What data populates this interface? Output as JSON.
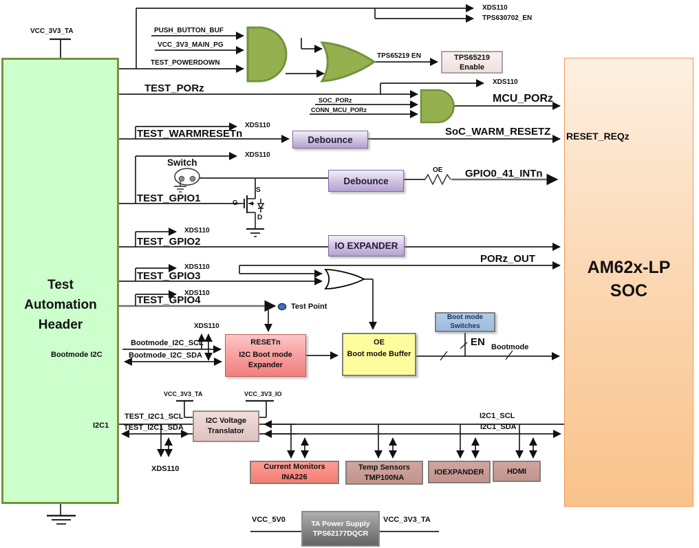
{
  "blocks": {
    "test_automation_header": {
      "title": "Test Automation Header",
      "bootmode_i2c": "Bootmode I2C",
      "i2c1": "I2C1"
    },
    "soc": {
      "title": "AM62x-LP SOC",
      "pin_reset_reqz": "RESET_REQz"
    },
    "tps65219_enable": {
      "label": "TPS65219 Enable"
    },
    "debounce_warm": {
      "label": "Debounce"
    },
    "debounce_gpio1": {
      "label": "Debounce"
    },
    "io_expander": {
      "label": "IO EXPANDER"
    },
    "i2c_boot_expander": {
      "pin": "RESETn",
      "label": "I2C Boot mode Expander"
    },
    "boot_buffer": {
      "pin": "OE",
      "label": "Boot mode Buffer"
    },
    "boot_switches": {
      "label": "Boot mode Switches"
    },
    "i2c_translator": {
      "label": "I2C Voltage Translator"
    },
    "current_monitors": {
      "label": "Current Monitors INA226"
    },
    "temp_sensors": {
      "label": "Temp Sensors TMP100NA"
    },
    "i2c_ioexpander": {
      "label": "IOEXPANDER"
    },
    "hdmi": {
      "label": "HDMI"
    },
    "ta_power": {
      "label": "TA Power Supply TPS62177DQCR"
    }
  },
  "signals": {
    "vcc_3v3_ta_top": "VCC_3V3_TA",
    "push_button_buf": "PUSH_BUTTON_BUF",
    "vcc_3v3_main_pg": "VCC_3V3_MAIN_PG",
    "test_powerdown": "TEST_POWERDOWN",
    "xds110_top": "XDS110",
    "tps630702_en": "TPS630702_EN",
    "tps65219_en": "TPS65219 EN",
    "test_porz": "TEST_PORz",
    "xds110_porz": "XDS110",
    "soc_porz": "SOC_PORz",
    "conn_mcu_porz": "CONN_MCU_PORz",
    "mcu_porz": "MCU_PORz",
    "test_warmresetn": "TEST_WARMRESETn",
    "xds110_warm": "XDS110",
    "soc_warm_resetz": "SoC_WARM_RESETZ",
    "test_gpio1": "TEST_GPIO1",
    "xds110_gpio1": "XDS110",
    "switch": "Switch",
    "fet_s": "S",
    "fet_g": "G",
    "fet_d": "D",
    "oe_resistor": "OE",
    "gpio0_41_intn": "GPIO0_41_INTn",
    "test_gpio2": "TEST_GPIO2",
    "xds110_gpio2": "XDS110",
    "test_gpio3": "TEST_GPIO3",
    "xds110_gpio3": "XDS110",
    "porz_out": "PORz_OUT",
    "test_gpio4": "TEST_GPIO4",
    "xds110_gpio4": "XDS110",
    "test_point": "Test Point",
    "xds110_bootmode": "XDS110",
    "bootmode_i2c_scl": "Bootmode_I2C_SCL",
    "bootmode_i2c_sda": "Bootmode_I2C_SDA",
    "en": "EN",
    "bootmode": "Bootmode",
    "vcc_3v3_ta_mid": "VCC_3V3_TA",
    "vcc_3v3_io": "VCC_3V3_IO",
    "test_i2c1_scl": "TEST_I2C1_SCL",
    "test_i2c1_sda": "TEST_I2C1_SDA",
    "xds110_i2c1": "XDS110",
    "i2c1_scl": "I2C1_SCL",
    "i2c1_sda": "I2C1_SDA",
    "vcc_5v0": "VCC_5V0",
    "vcc_3v3_ta_bottom": "VCC_3V3_TA"
  },
  "colors": {
    "header_fill": "#ccffcc",
    "header_border": "#76923c",
    "soc_fill_top": "#fdf0e2",
    "soc_fill_bottom": "#f9c28a",
    "soc_border": "#f0975a",
    "gate_fill": "#94b04f",
    "gate_border": "#71933b",
    "debounce_fill": "#b3a2cf",
    "debounce_border": "#7e69a6",
    "expander_fill": "#f79f9f",
    "buffer_fill": "#fdfd9d",
    "switches_fill": "#9cbbdd",
    "ina226_fill": "#f77c70",
    "rosy_fill": "#c2938d",
    "power_fill": "#7a7a7a",
    "wire": "#1f1f1f"
  }
}
